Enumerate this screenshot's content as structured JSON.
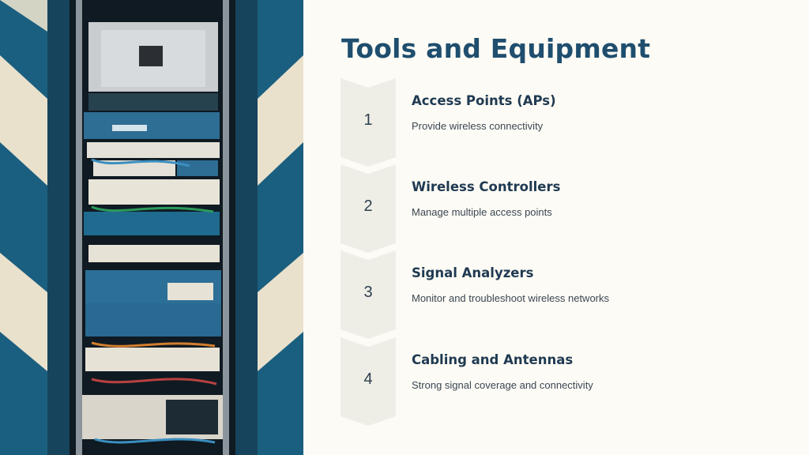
{
  "slide": {
    "title": "Tools and Equipment",
    "items": [
      {
        "number": "1",
        "title": "Access Points (APs)",
        "description": "Provide wireless connectivity"
      },
      {
        "number": "2",
        "title": "Wireless Controllers",
        "description": "Manage multiple access points"
      },
      {
        "number": "3",
        "title": "Signal Analyzers",
        "description": "Monitor and troubleshoot wireless networks"
      },
      {
        "number": "4",
        "title": "Cabling and Antennas",
        "description": "Strong signal coverage and connectivity"
      }
    ]
  },
  "colors": {
    "title": "#1f4e6e",
    "chevron_fill": "#efeee6",
    "background": "#fdfbf5",
    "rack_blue": "#1b5f80"
  },
  "image": {
    "description_icon": "server-rack-photo"
  }
}
